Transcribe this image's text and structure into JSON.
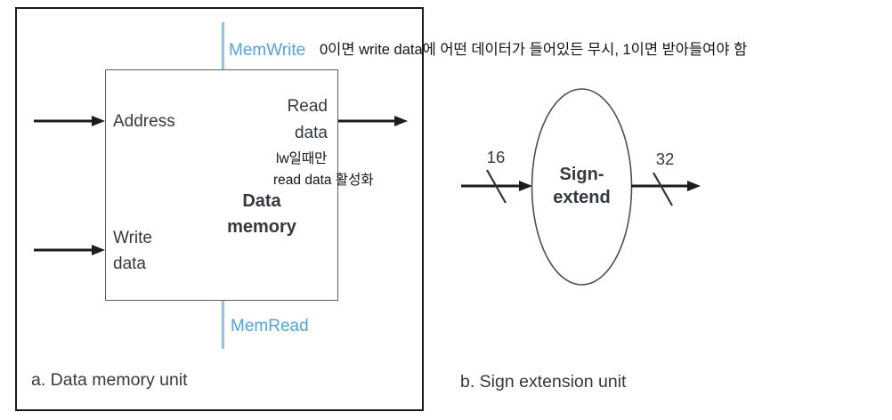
{
  "figure": {
    "panel_a": {
      "caption": "a. Data memory unit",
      "block_label_line1": "Data",
      "block_label_line2": "memory",
      "ports": {
        "address": "Address",
        "read_data_line1": "Read",
        "read_data_line2": "data",
        "write_data_line1": "Write",
        "write_data_line2": "data"
      },
      "control_signals": {
        "mem_write": "MemWrite",
        "mem_read": "MemRead"
      },
      "annotations": {
        "mem_write_note": "0이면 write data에 어떤 데이터가 들어있든 무시, 1이면 받아들여야 함",
        "read_data_note_line1": "lw일때만",
        "read_data_note_line2": "read data 활성화"
      }
    },
    "panel_b": {
      "caption": "b. Sign extension unit",
      "block_label_line1": "Sign-",
      "block_label_line2": "extend",
      "input_width": "16",
      "output_width": "32"
    },
    "colors": {
      "control_text_blue": "#4fa5e0",
      "control_line_blue": "#8ac6ef",
      "diagram_text": "#35383e",
      "annotation_text": "#141414"
    }
  }
}
